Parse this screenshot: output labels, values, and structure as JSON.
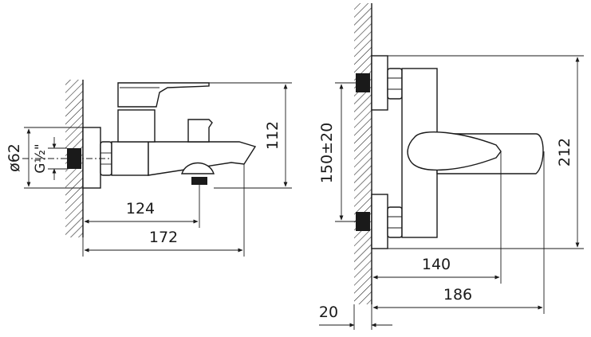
{
  "side_view": {
    "dimensions": {
      "diameter": "ø62",
      "thread": "G½\"",
      "offset": "124",
      "total_length": "172",
      "height": "112"
    }
  },
  "front_view": {
    "dimensions": {
      "connection_spacing": "150±20",
      "height": "212",
      "handle_reach": "140",
      "total_depth": "186",
      "wall_offset": "20"
    }
  }
}
